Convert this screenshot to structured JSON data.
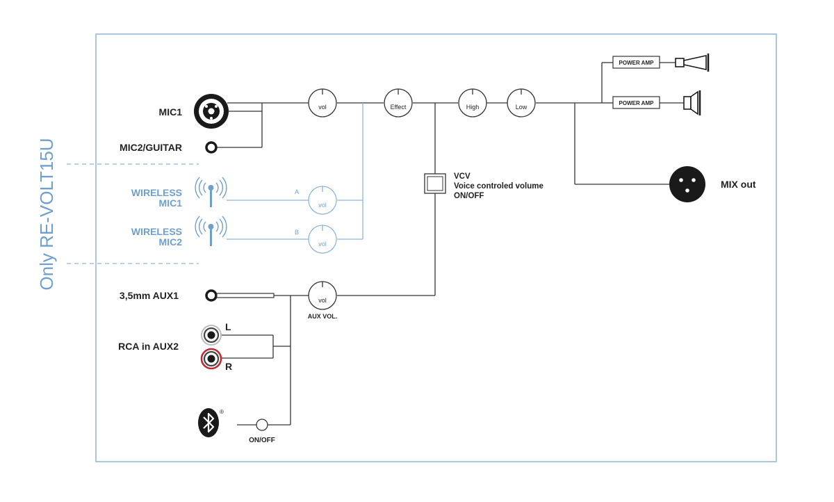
{
  "side_label": "Only RE-VOLT15U",
  "inputs": {
    "mic1": "MIC1",
    "mic2_guitar": "MIC2/GUITAR",
    "wireless_mic1": [
      "WIRELESS",
      "MIC1"
    ],
    "wireless_mic2": [
      "WIRELESS",
      "MIC2"
    ],
    "aux1": "3,5mm AUX1",
    "aux2": "RCA in AUX2",
    "rca_left": "L",
    "rca_right": "R",
    "bluetooth_mark": "®",
    "bluetooth_switch": "ON/OFF"
  },
  "channels": {
    "a": "A",
    "b": "B"
  },
  "knobs": {
    "vol": "vol",
    "effect": "Effect",
    "high": "High",
    "low": "Low",
    "aux_vol": "AUX VOL."
  },
  "vcv": [
    "VCV",
    "Voice controled volume",
    "ON/OFF"
  ],
  "outputs": {
    "power_amp": "POWER AMP",
    "mix_out": "MIX out"
  },
  "colors": {
    "accent_blue": "#6f9fcc",
    "frame": "#8fb4d8",
    "rca_red": "#c0262d",
    "line": "#333333"
  }
}
